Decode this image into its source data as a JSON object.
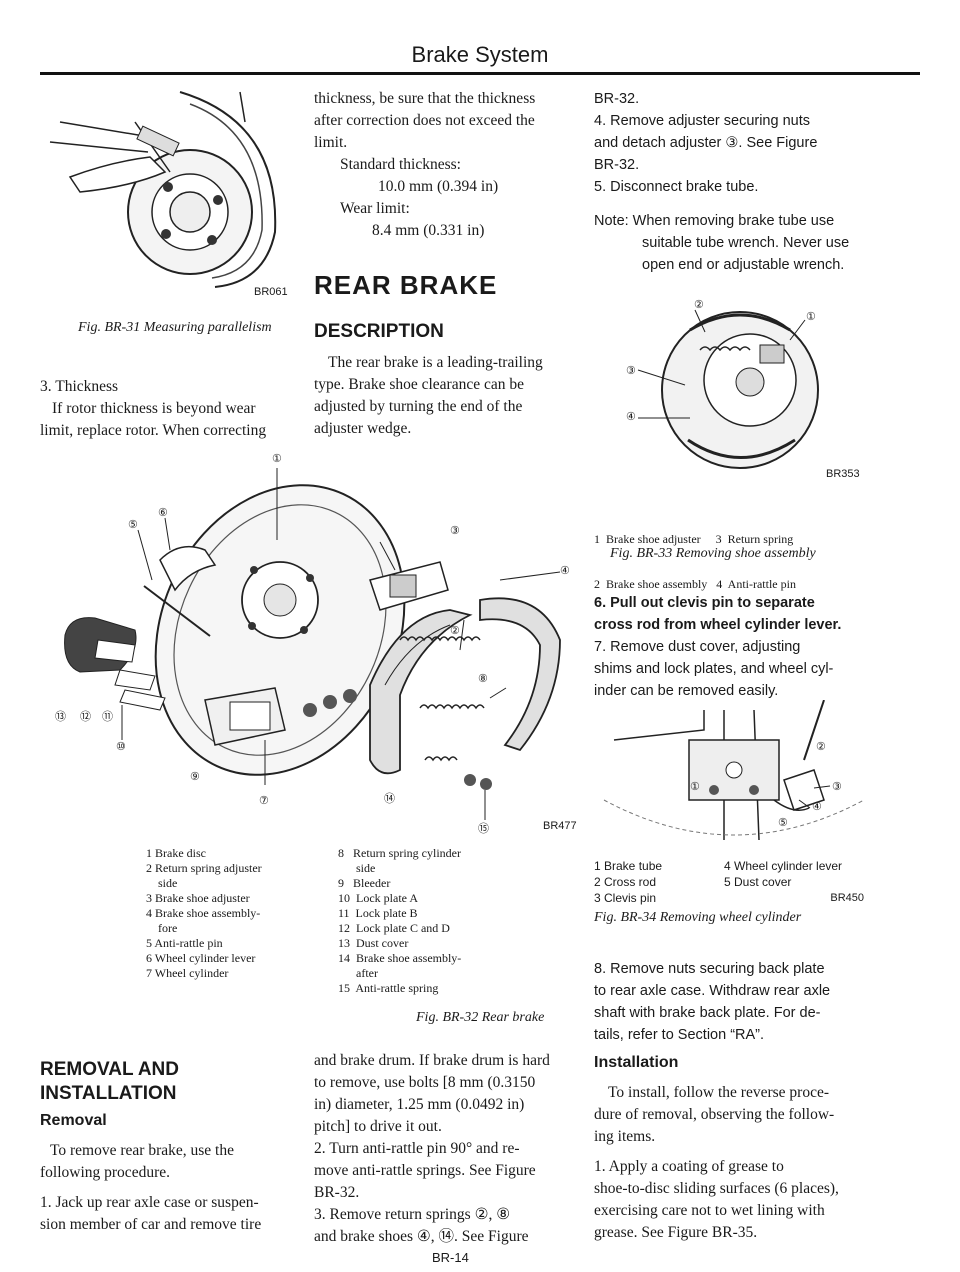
{
  "header": {
    "title": "Brake System",
    "page_number": "BR-14"
  },
  "col1": {
    "fig31_code": "BR061",
    "fig31_caption": "Fig. BR-31 Measuring parallelism",
    "para_thickness": [
      "3.  Thickness",
      "If rotor thickness is beyond wear",
      "limit, replace rotor. When correcting"
    ],
    "section_heading": "REMOVAL AND INSTALLATION",
    "removal_heading": "Removal",
    "removal_text": [
      "To remove rear brake, use the",
      "following procedure.",
      "1.  Jack up rear axle case or suspen-",
      "sion member of car and remove tire"
    ]
  },
  "col2": {
    "text_top": [
      "thickness, be sure that the thickness",
      "after correction does not exceed the",
      "limit."
    ],
    "std_label": "Standard thickness:",
    "std_value": "10.0 mm (0.394 in)",
    "wear_label": "Wear limit:",
    "wear_value": "8.4 mm (0.331 in)",
    "rear_brake_heading": "REAR BRAKE",
    "description_heading": "DESCRIPTION",
    "description_text": [
      "The rear brake is a leading-trailing",
      "type. Brake shoe clearance can be",
      "adjusted by turning the end of the",
      "adjuster wedge."
    ],
    "text_bottom": [
      "and brake drum. If brake drum is hard",
      "to remove, use bolts [8 mm (0.3150",
      "in) diameter, 1.25 mm (0.0492 in)",
      "pitch] to drive it out.",
      "2.  Turn anti-rattle pin 90° and re-",
      "move anti-rattle springs. See Figure",
      "BR-32.",
      "3.  Remove return springs ②, ⑧",
      "and brake shoes ④, ⑭. See Figure"
    ]
  },
  "fig32": {
    "code": "BR477",
    "caption": "Fig. BR-32   Rear brake",
    "callouts": [
      "①",
      "②",
      "③",
      "④",
      "⑤",
      "⑥",
      "⑦",
      "⑧",
      "⑨",
      "⑩",
      "⑪",
      "⑫",
      "⑬",
      "⑭",
      "⑮"
    ],
    "legend_left": [
      "1  Brake disc",
      "2  Return spring adjuster",
      "    side",
      "3  Brake shoe adjuster",
      "4  Brake shoe assembly-",
      "    fore",
      "5  Anti-rattle pin",
      "6  Wheel cylinder lever",
      "7  Wheel cylinder"
    ],
    "legend_right": [
      "8   Return spring cylinder",
      "      side",
      "9   Bleeder",
      "10  Lock plate A",
      "11  Lock plate B",
      "12  Lock plate C and D",
      "13  Dust cover",
      "14  Brake shoe assembly-",
      "      after",
      "15  Anti-rattle spring"
    ]
  },
  "col3": {
    "text_top": [
      "BR-32.",
      "4.  Remove adjuster securing nuts",
      "and detach adjuster ③. See Figure",
      "BR-32.",
      "5.  Disconnect brake tube."
    ],
    "note": [
      "Note: When removing brake tube use",
      "suitable tube wrench. Never use",
      "open end or adjustable wrench."
    ],
    "fig33_code": "BR353",
    "fig33_callouts": [
      "①",
      "②",
      "③",
      "④"
    ],
    "fig33_legend": [
      "1  Brake shoe adjuster     3  Return spring",
      "2  Brake shoe assembly   4  Anti-rattle pin"
    ],
    "fig33_caption": "Fig. BR-33  Removing shoe assembly",
    "text_mid": [
      "6.  Pull out clevis pin to separate",
      "cross rod from wheel cylinder lever.",
      "7.  Remove dust cover, adjusting",
      "shims and lock plates, and wheel cyl-",
      "inder can be removed easily."
    ],
    "fig34_callouts": [
      "①",
      "②",
      "③",
      "④",
      "⑤"
    ],
    "fig34_legend_left": [
      "1  Brake tube",
      "2  Cross rod",
      "3  Clevis pin"
    ],
    "fig34_legend_right": [
      "4  Wheel cylinder lever",
      "5  Dust cover",
      "BR450"
    ],
    "fig34_caption": "Fig. BR-34  Removing wheel cylinder",
    "text_step8": [
      "8.  Remove nuts securing back plate",
      "to rear axle case. Withdraw rear axle",
      "shaft with brake back plate. For de-",
      "tails, refer to Section “RA”."
    ],
    "installation_heading": "Installation",
    "installation_text": [
      "To install, follow the reverse proce-",
      "dure of removal, observing the follow-",
      "ing items.",
      "1.  Apply a coating of grease to",
      "shoe-to-disc sliding surfaces (6 places),",
      "exercising care not to wet lining with",
      "grease. See Figure BR-35."
    ]
  }
}
